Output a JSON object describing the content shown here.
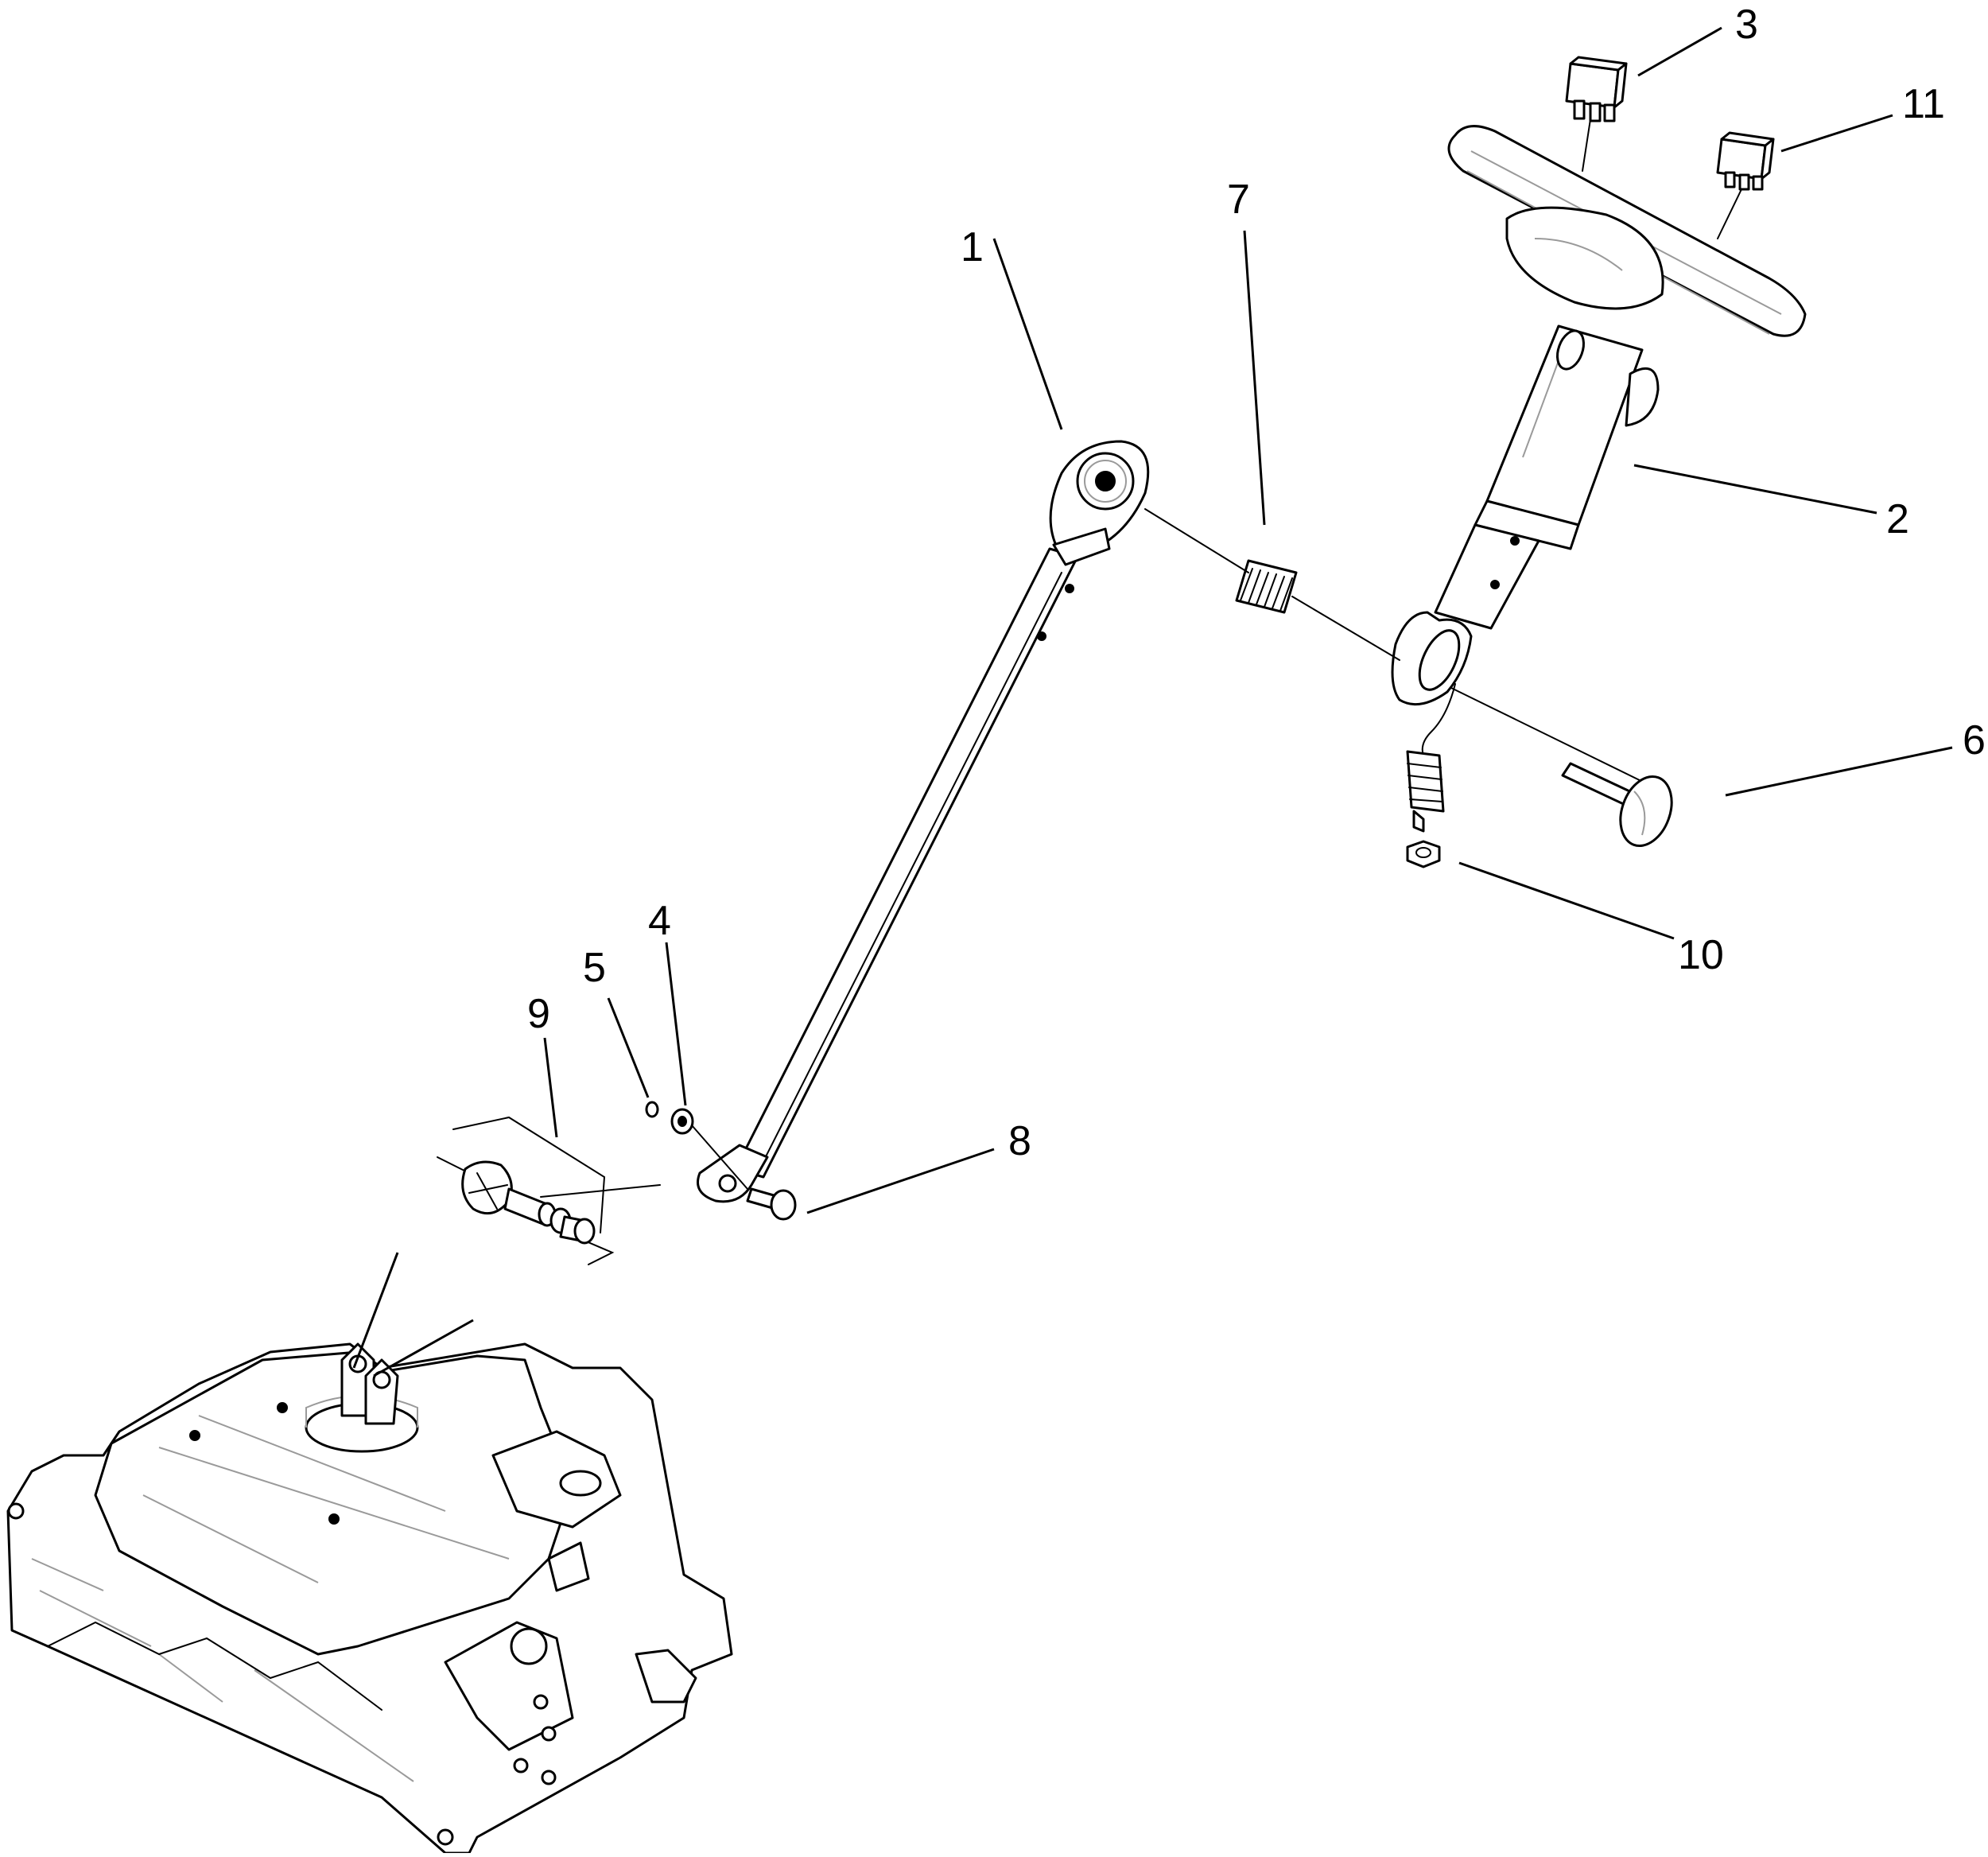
{
  "diagram": {
    "callouts": [
      {
        "id": "1",
        "label": "1"
      },
      {
        "id": "2",
        "label": "2"
      },
      {
        "id": "3",
        "label": "3"
      },
      {
        "id": "4",
        "label": "4"
      },
      {
        "id": "5",
        "label": "5"
      },
      {
        "id": "6",
        "label": "6"
      },
      {
        "id": "7",
        "label": "7"
      },
      {
        "id": "8",
        "label": "8"
      },
      {
        "id": "9",
        "label": "9"
      },
      {
        "id": "10",
        "label": "10"
      },
      {
        "id": "11",
        "label": "11"
      }
    ],
    "colors": {
      "line": "#000000",
      "background": "#ffffff",
      "shade": "#9a9a9a"
    }
  }
}
